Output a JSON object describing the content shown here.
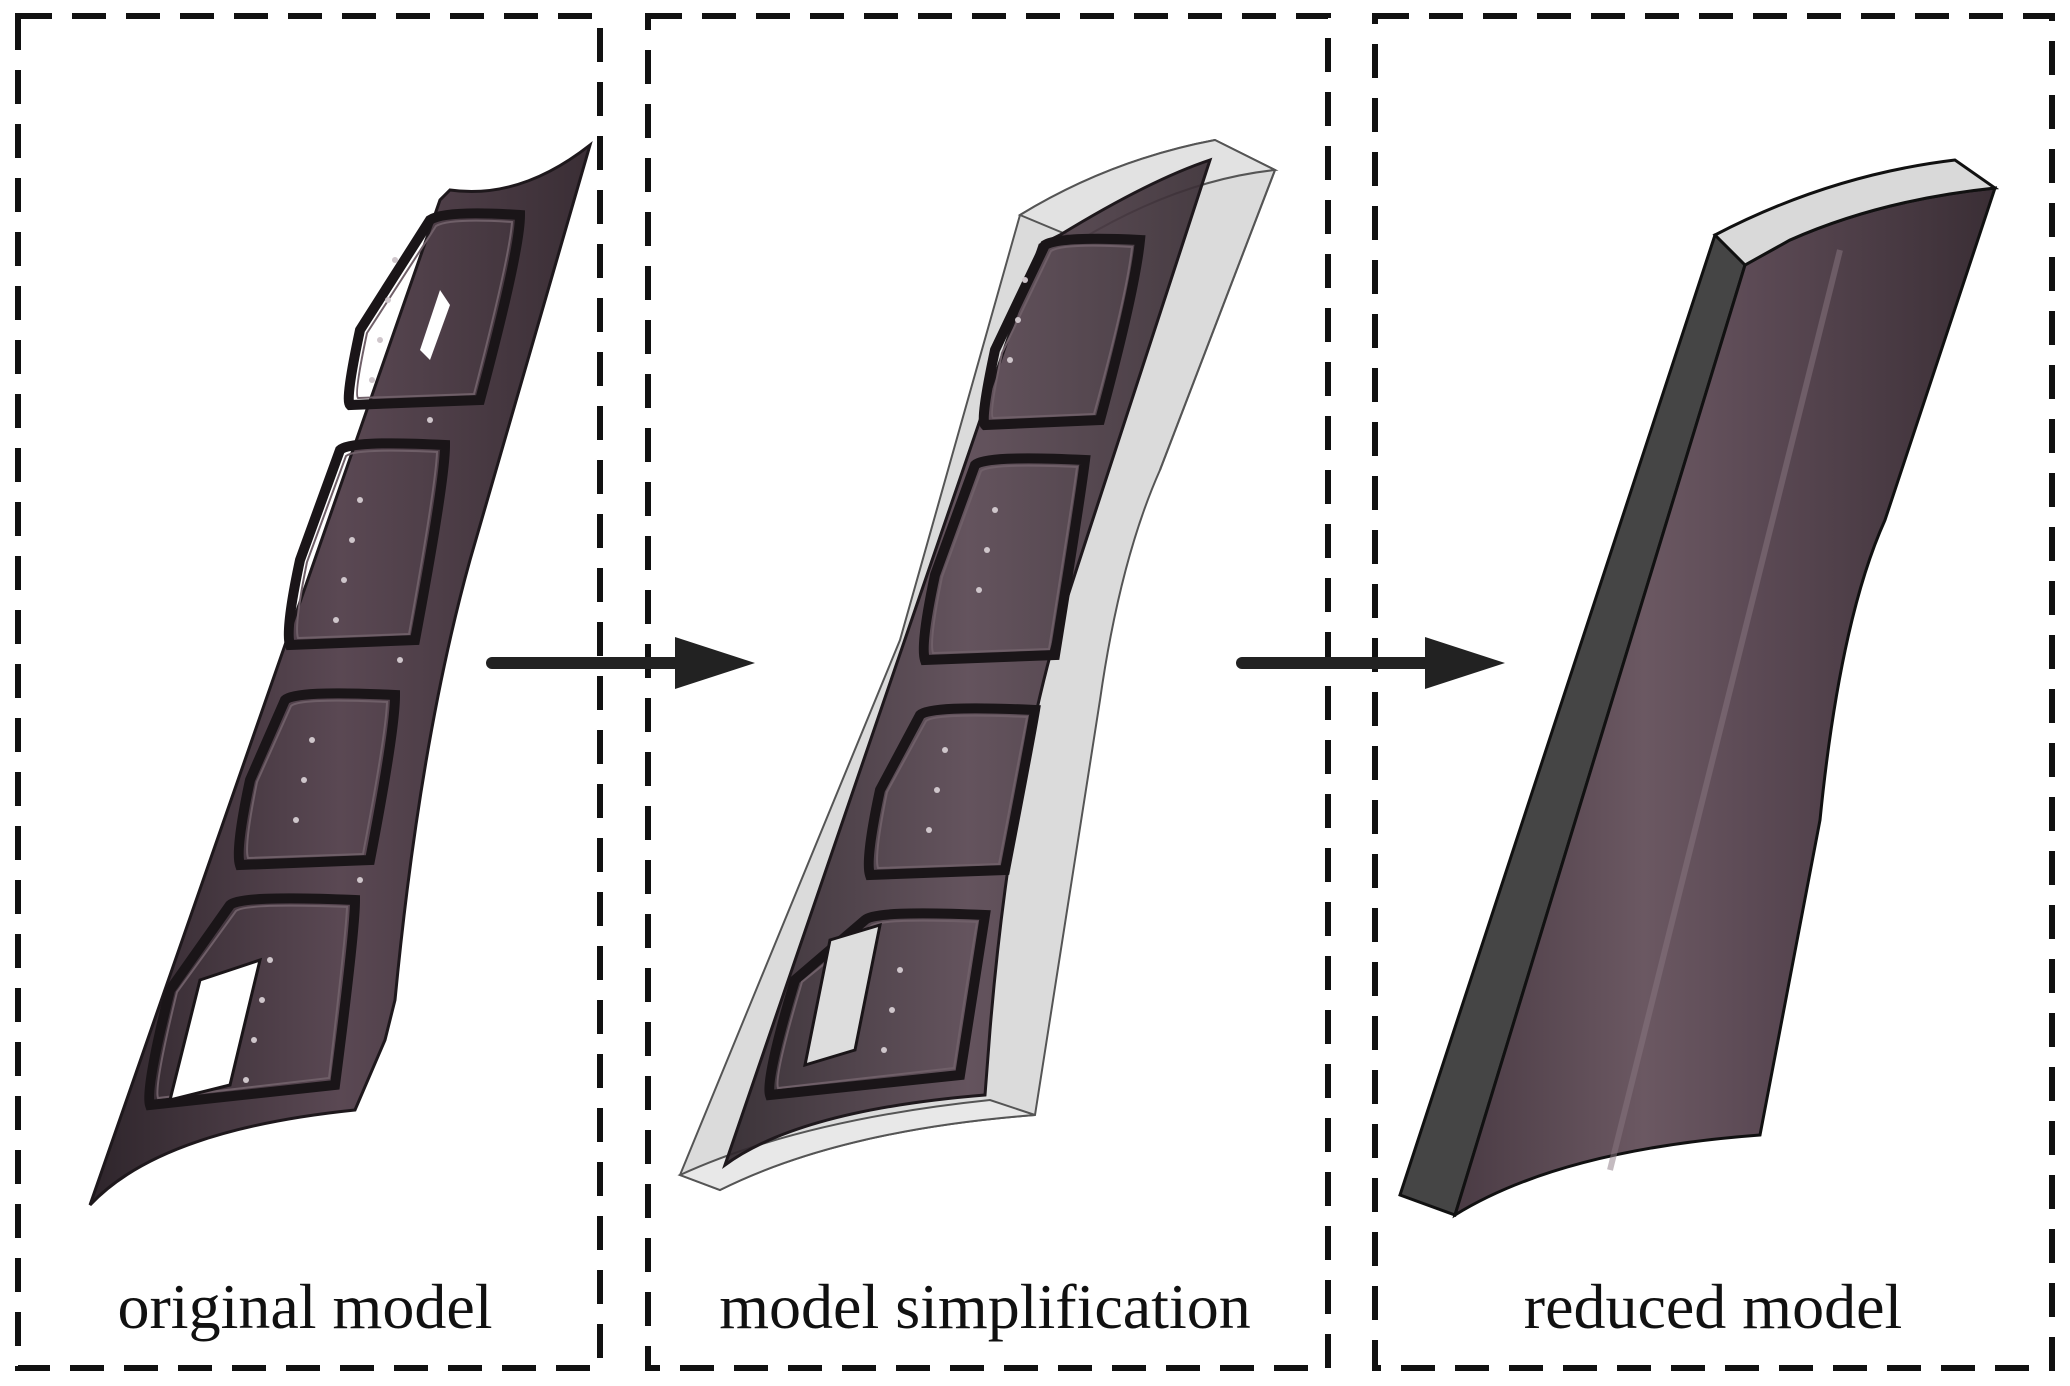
{
  "panels": [
    {
      "label": "original model"
    },
    {
      "label": "model simplification"
    },
    {
      "label": "reduced model"
    }
  ],
  "colors": {
    "frame": "#111111",
    "arrow": "#222222",
    "panel_dark": "#3b2f37",
    "panel_mid": "#5a4853",
    "stiffener": "#2a2226",
    "envelope": "#c8c8c8",
    "side_face": "#454545",
    "top_face": "#d9d9d9",
    "background": "#ffffff"
  },
  "icons": [
    "right-arrow-icon",
    "right-arrow-icon"
  ]
}
